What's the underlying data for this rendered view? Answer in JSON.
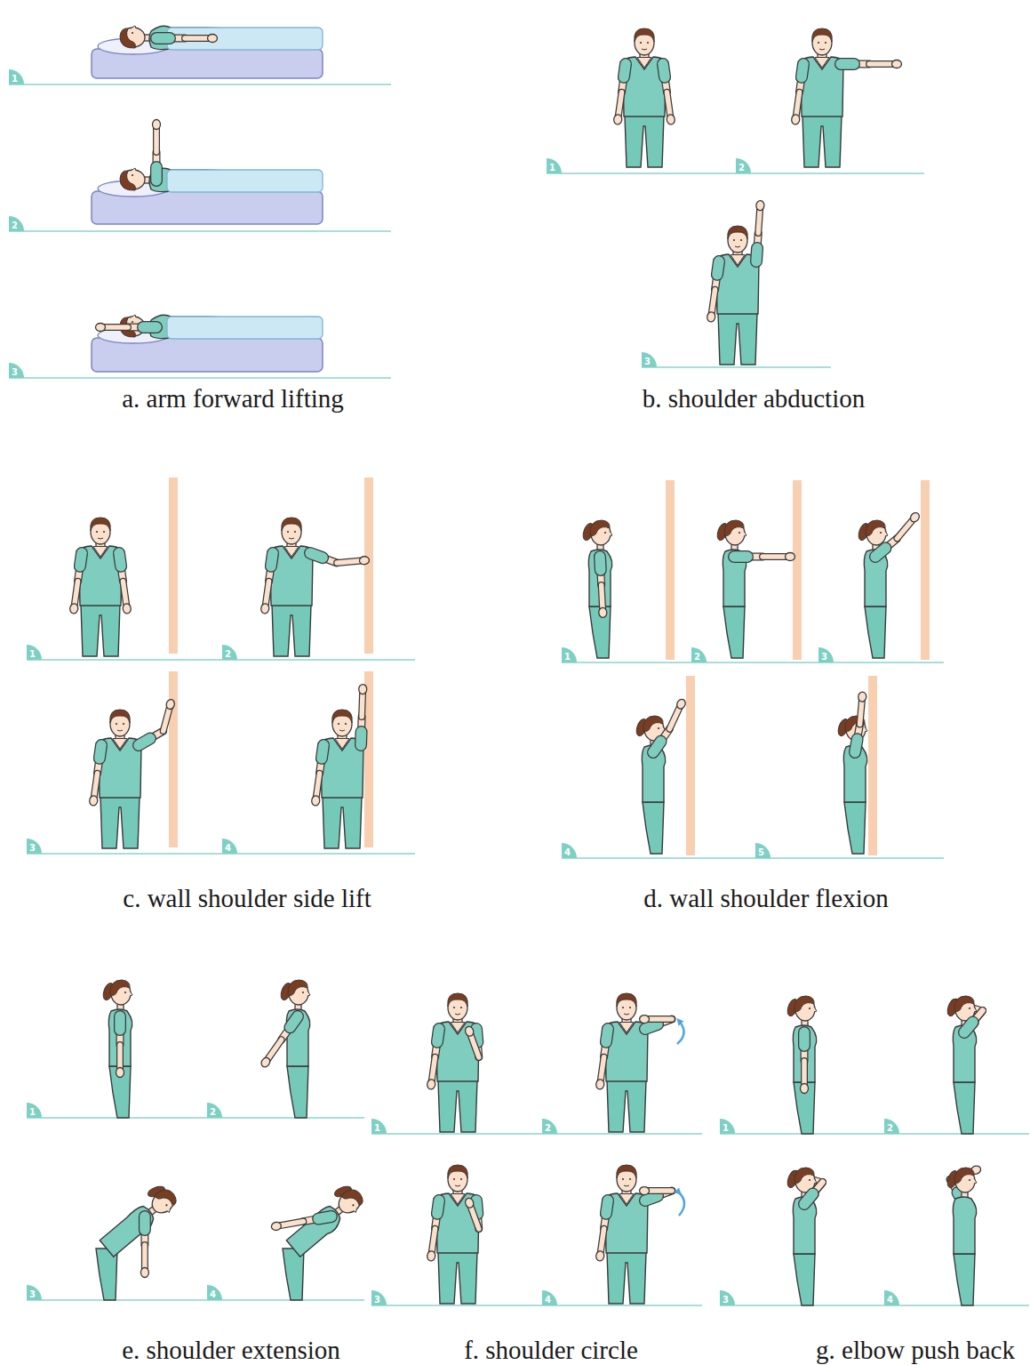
{
  "diagram": {
    "nodes": [
      {
        "text": [
          "1"
        ]
      },
      {
        "text": [
          "2"
        ]
      },
      {
        "text": [
          "3"
        ]
      },
      {
        "text": [
          "1"
        ]
      },
      {
        "text": [
          "2"
        ]
      },
      {
        "text": [
          "3"
        ]
      },
      {
        "text": [
          "1"
        ]
      },
      {
        "text": [
          "2"
        ]
      },
      {
        "text": [
          "3"
        ]
      },
      {
        "text": [
          "4"
        ]
      },
      {
        "text": [
          "1"
        ]
      },
      {
        "text": [
          "2"
        ]
      },
      {
        "text": [
          "3"
        ]
      },
      {
        "text": [
          "4"
        ]
      },
      {
        "text": [
          "5"
        ]
      },
      {
        "text": [
          "1"
        ]
      },
      {
        "text": [
          "2"
        ]
      },
      {
        "text": [
          "3"
        ]
      },
      {
        "text": [
          "4"
        ]
      },
      {
        "text": [
          "1"
        ]
      },
      {
        "text": [
          "2"
        ]
      },
      {
        "text": [
          "3"
        ]
      },
      {
        "text": [
          "4"
        ]
      },
      {
        "text": [
          "1"
        ]
      },
      {
        "text": [
          "2"
        ]
      },
      {
        "text": [
          "3"
        ]
      },
      {
        "text": [
          "4"
        ]
      }
    ],
    "labels": [
      "a. arm forward lifting",
      "b. shoulder abduction",
      "c. wall shoulder side lift",
      "d. wall shoulder flexion",
      "e. shoulder extension",
      "f. shoulder circle",
      "g. elbow push back"
    ]
  }
}
